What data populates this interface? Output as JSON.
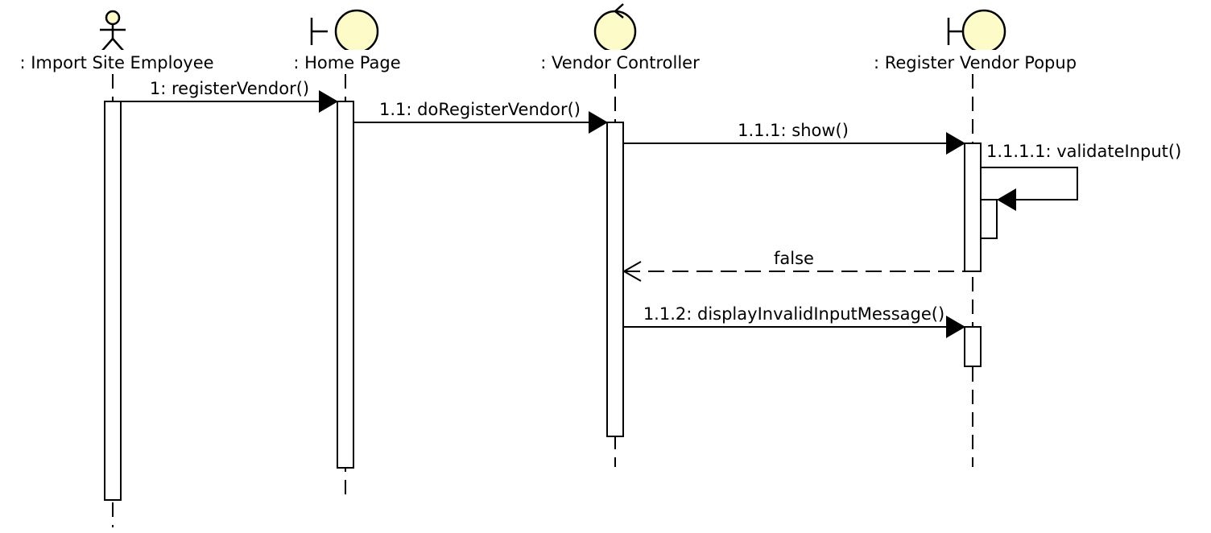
{
  "lifelines": [
    {
      "id": "employee",
      "kind": "actor",
      "label": ": Import Site Employee"
    },
    {
      "id": "home",
      "kind": "boundary",
      "label": ": Home Page"
    },
    {
      "id": "controller",
      "kind": "control",
      "label": ": Vendor Controller"
    },
    {
      "id": "popup",
      "kind": "boundary",
      "label": ": Register Vendor Popup"
    }
  ],
  "messages": [
    {
      "label": "1: registerVendor()",
      "from": "employee",
      "to": "home",
      "kind": "synchronous"
    },
    {
      "label": "1.1: doRegisterVendor()",
      "from": "home",
      "to": "controller",
      "kind": "synchronous"
    },
    {
      "label": "1.1.1: show()",
      "from": "controller",
      "to": "popup",
      "kind": "synchronous"
    },
    {
      "label": "1.1.1.1: validateInput()",
      "from": "popup",
      "to": "popup",
      "kind": "self"
    },
    {
      "label": "false",
      "from": "popup",
      "to": "controller",
      "kind": "return"
    },
    {
      "label": "1.1.2: displayInvalidInputMessage()",
      "from": "controller",
      "to": "popup",
      "kind": "synchronous"
    }
  ],
  "colors": {
    "icon_fill": "#fdfbc8",
    "line": "#000000",
    "activation_fill": "#ffffff"
  }
}
